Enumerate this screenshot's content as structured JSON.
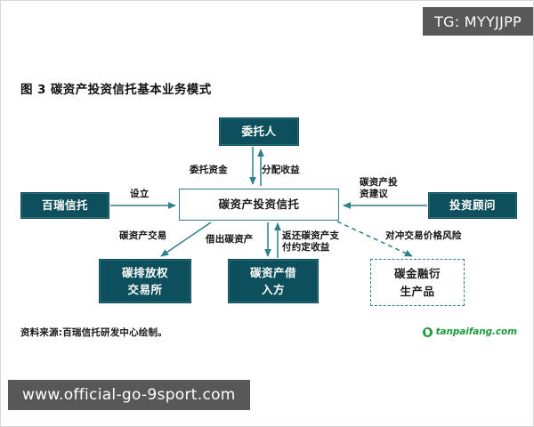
{
  "watermarks": {
    "top_right": "TG: MYYJJPP",
    "bottom_left": "www.official-go-9sport.com"
  },
  "figure": {
    "title": "图 3  碳资产投资信托基本业务模式",
    "source": "资料来源:百瑞信托研发中心绘制。"
  },
  "logo": {
    "text": "tanpaifang.com",
    "icon": "leaf-circle-icon",
    "color": "#1e9b3c"
  },
  "colors": {
    "node_fill": "#0d4f5c",
    "node_stroke": "#2f7f8c",
    "arrow": "#2f7f8c",
    "text_dark": "#111111",
    "watermark_bg": "#585858"
  },
  "diagram": {
    "type": "flow-diagram",
    "nodes": [
      {
        "id": "trustor",
        "label": "委托人",
        "style": "filled"
      },
      {
        "id": "bairui",
        "label": "百瑞信托",
        "style": "filled"
      },
      {
        "id": "trust",
        "label": "碳资产投资信托",
        "style": "outline"
      },
      {
        "id": "advisor",
        "label": "投资顾问",
        "style": "filled"
      },
      {
        "id": "exchange",
        "label_line1": "碳排放权",
        "label_line2": "交易所",
        "style": "filled"
      },
      {
        "id": "borrower",
        "label_line1": "碳资产借",
        "label_line2": "入方",
        "style": "filled"
      },
      {
        "id": "derivative",
        "label_line1": "碳金融衍",
        "label_line2": "生产品",
        "style": "dashed"
      }
    ],
    "edges": [
      {
        "id": "entrust",
        "from": "trustor",
        "to": "trust",
        "label": "委托资金",
        "direction": "down"
      },
      {
        "id": "distribute",
        "from": "trust",
        "to": "trustor",
        "label": "分配收益",
        "direction": "up"
      },
      {
        "id": "establish",
        "from": "bairui",
        "to": "trust",
        "label": "设立",
        "direction": "right"
      },
      {
        "id": "advice",
        "from": "advisor",
        "to": "trust",
        "label": "碳资产投资建议",
        "direction": "left"
      },
      {
        "id": "carbon-trade",
        "from": "trust",
        "to": "exchange",
        "label": "碳资产交易",
        "direction": "down-left"
      },
      {
        "id": "lend",
        "from": "trust",
        "to": "borrower",
        "label": "借出碳资产",
        "direction": "down"
      },
      {
        "id": "return",
        "from": "borrower",
        "to": "trust",
        "label": "返还碳资产支付约定收益",
        "direction": "up"
      },
      {
        "id": "hedge",
        "from": "trust",
        "to": "derivative",
        "label": "对冲交易价格风险",
        "direction": "down-right",
        "line": "dashed"
      }
    ]
  }
}
